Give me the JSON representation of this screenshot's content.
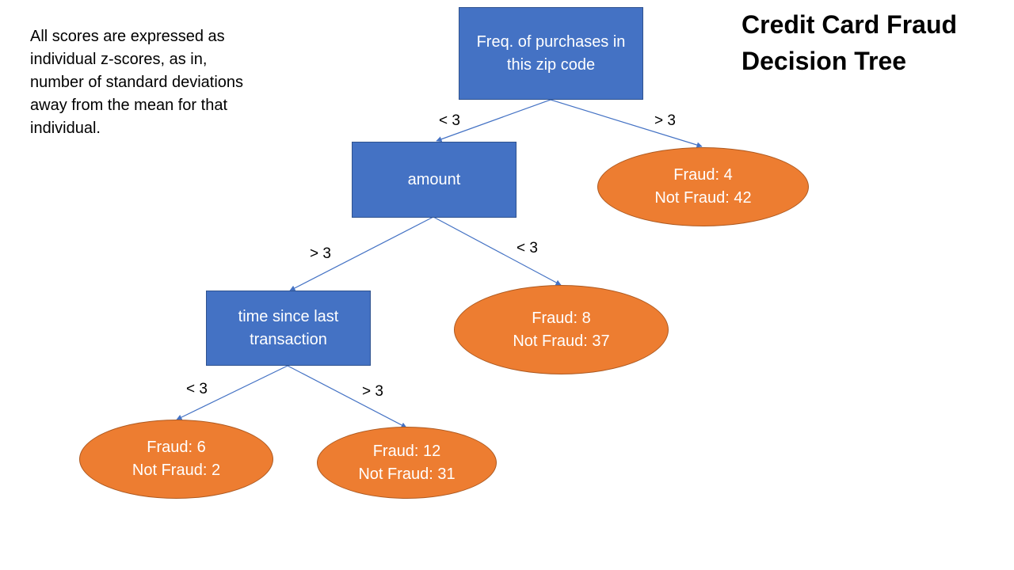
{
  "title": {
    "line1": "Credit Card Fraud",
    "line2": "Decision Tree"
  },
  "note": "All scores are expressed as individual z-scores, as in, number of standard deviations away from the mean for that individual.",
  "colors": {
    "decision_fill": "#4472c4",
    "leaf_fill": "#ed7d31",
    "edge": "#4472c4"
  },
  "decision_nodes": {
    "zip": {
      "line1": "Freq. of purchases in",
      "line2": "this zip code"
    },
    "amount": {
      "line1": "amount"
    },
    "time": {
      "line1": "time since last",
      "line2": "transaction"
    }
  },
  "leaves": {
    "zip_gt3": {
      "fraud": "Fraud: 4",
      "not_fraud": "Not Fraud: 42"
    },
    "amount_lt3": {
      "fraud": "Fraud: 8",
      "not_fraud": "Not Fraud:  37"
    },
    "time_lt3": {
      "fraud": "Fraud: 6",
      "not_fraud": "Not Fraud: 2"
    },
    "time_gt3": {
      "fraud": "Fraud: 12",
      "not_fraud": "Not Fraud:  31"
    }
  },
  "edges": {
    "zip_to_amount": "< 3",
    "zip_to_leaf": "> 3",
    "amount_to_time": "> 3",
    "amount_to_leaf": "< 3",
    "time_to_leaf_left": "< 3",
    "time_to_leaf_right": "> 3"
  }
}
